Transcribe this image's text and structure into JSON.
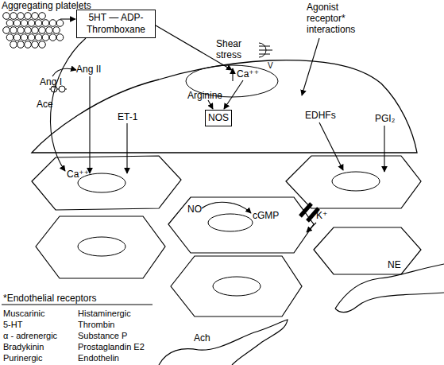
{
  "diagram": {
    "nodes": [
      {
        "text": [
          "5HT — ADP- Thromboxane"
        ]
      },
      {
        "text": [
          "NOS"
        ]
      }
    ],
    "labels": [
      "Aggregating platelets",
      "Shear stress",
      "V",
      "Agonist receptor* interactions",
      "Ang I",
      "Ang II",
      "Ace",
      "Ca⁺⁺",
      "Arginine",
      "ET-1",
      "EDHFs",
      "PGI₂",
      "Ca⁺⁺",
      "NO",
      "cGMP",
      "K⁺",
      "NE",
      "Ach",
      "*Endothelial receptors",
      "Muscarinic",
      "5-HT",
      "α - adrenergic",
      "Bradykinin",
      "Purinergic",
      "Histaminergic",
      "Thrombin",
      "Substance P",
      "Prostaglandin E2",
      "Endothelin"
    ]
  }
}
